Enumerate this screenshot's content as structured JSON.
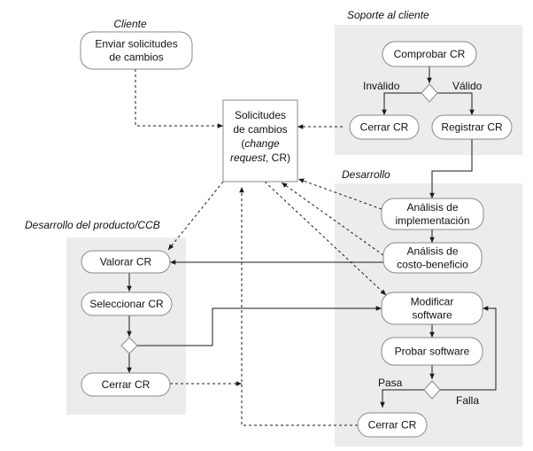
{
  "lanes": {
    "client": "Cliente",
    "support": "Soporte al cliente",
    "development": "Desarrollo",
    "product": "Desarrollo del producto/CCB"
  },
  "nodes": {
    "send_requests": [
      "Enviar solicitudes",
      "de cambios"
    ],
    "check_cr": [
      "Comprobar CR"
    ],
    "close_cr_support": [
      "Cerrar CR"
    ],
    "register_cr": [
      "Registrar CR"
    ],
    "impl_analysis": [
      "Análisis de",
      "implementación"
    ],
    "cost_analysis": [
      "Análisis de",
      "costo-beneficio"
    ],
    "assess_cr": [
      "Valorar CR"
    ],
    "select_cr": [
      "Seleccionar CR"
    ],
    "close_cr_product": [
      "Cerrar CR"
    ],
    "modify_software": [
      "Modificar",
      "software"
    ],
    "test_software": [
      "Probar software"
    ],
    "close_cr_dev": [
      "Cerrar CR"
    ]
  },
  "store": {
    "line1": "Solicitudes",
    "line2": "de cambios",
    "line3_italic": "change",
    "line4_italic": "request",
    "line4_rest": ", CR)",
    "open_paren": "("
  },
  "edge_labels": {
    "invalid": "Inválido",
    "valid": "Válido",
    "pass": "Pasa",
    "fail": "Falla"
  }
}
